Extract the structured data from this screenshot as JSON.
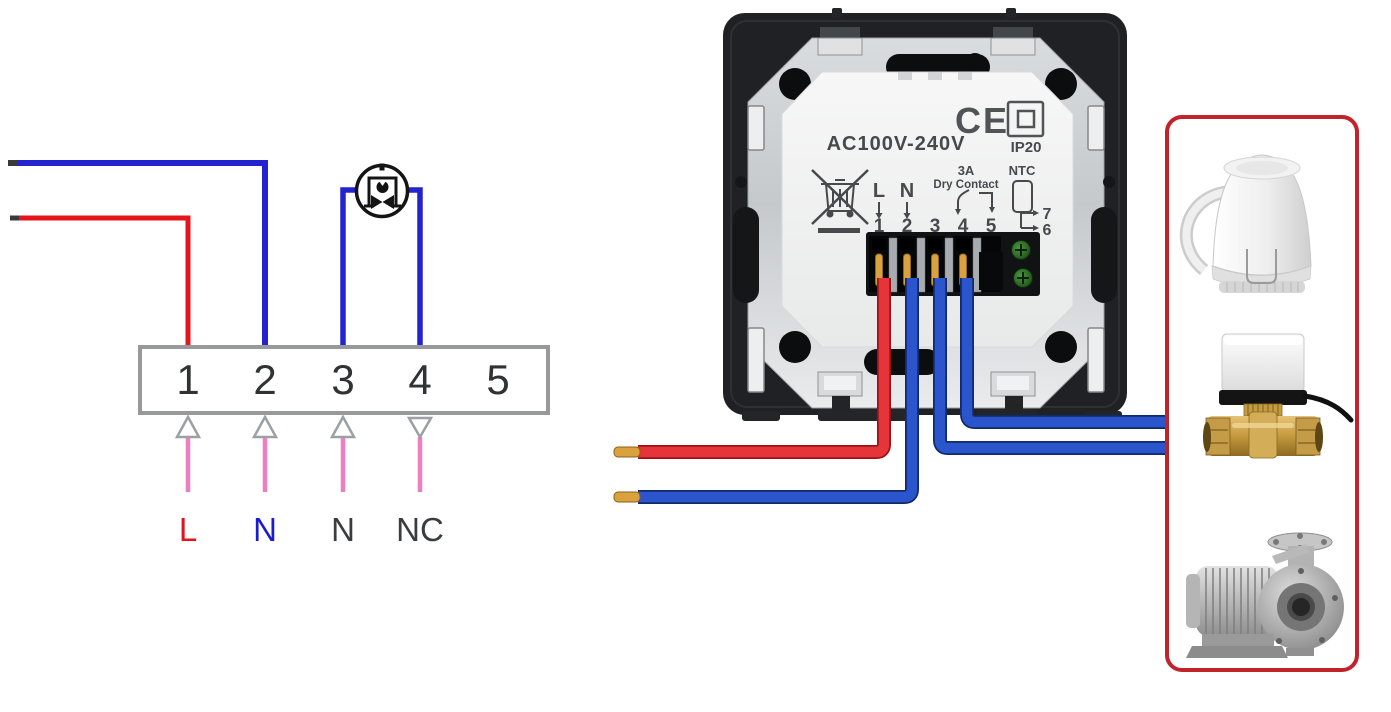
{
  "left_diagram": {
    "terminal_numbers": [
      "1",
      "2",
      "3",
      "4",
      "5"
    ],
    "wire_labels": [
      {
        "text": "L",
        "color": "#e0161f"
      },
      {
        "text": "N",
        "color": "#1b1bd0"
      },
      {
        "text": "N",
        "color": "#3a3d40"
      },
      {
        "text": "NC",
        "color": "#3a3d40"
      }
    ],
    "valve_symbol": "motorized-valve-icon",
    "colors": {
      "live_wire": "#e4151c",
      "neutral_wire": "#2323cf",
      "signal_arrow": "#ee7ec2",
      "terminal_border": "#97999b"
    }
  },
  "thermostat": {
    "voltage_rating": "AC100V-240V",
    "ce_mark": "CE",
    "ip_rating": "IP20",
    "live_label": "L",
    "neutral_label": "N",
    "terminal_numbers": [
      "1",
      "2",
      "3",
      "4",
      "5"
    ],
    "relay_rating": "3A",
    "relay_label": "Dry Contact",
    "sensor_label": "NTC",
    "sensor_terminals": [
      "7",
      "6"
    ],
    "weee_symbol": "crossed-out-wheelie-bin-icon",
    "wire_colors": {
      "live": "#e5343a",
      "neutral": "#2b55cc",
      "ferrule": "#d9a23e",
      "screw_green": "#35812f"
    }
  },
  "devices_panel": {
    "border_color": "#c2232a",
    "devices": [
      {
        "name": "thermal-actuator"
      },
      {
        "name": "motorized-zone-valve"
      },
      {
        "name": "circulation-pump"
      }
    ]
  }
}
